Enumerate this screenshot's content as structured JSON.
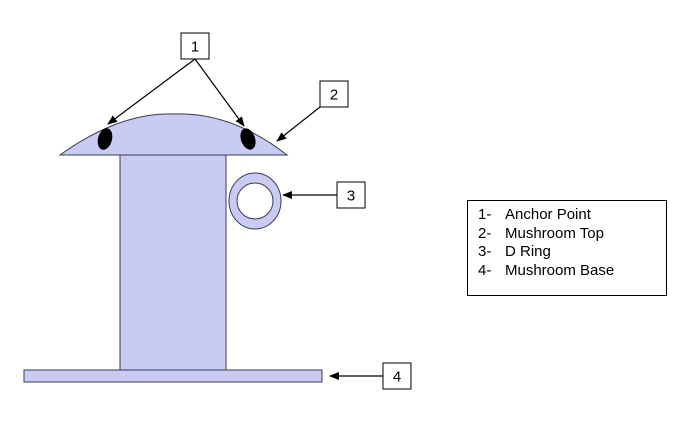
{
  "callouts": [
    {
      "number": "1"
    },
    {
      "number": "2"
    },
    {
      "number": "3"
    },
    {
      "number": "4"
    }
  ],
  "legend": {
    "items": [
      {
        "number": "1-",
        "label": "Anchor Point"
      },
      {
        "number": "2-",
        "label": "Mushroom Top"
      },
      {
        "number": "3-",
        "label": "D Ring"
      },
      {
        "number": "4-",
        "label": "Mushroom Base"
      }
    ]
  },
  "colors": {
    "part_fill": "#c9cbf2",
    "part_stroke": "#3a3a55",
    "anchor_fill": "#000000"
  }
}
